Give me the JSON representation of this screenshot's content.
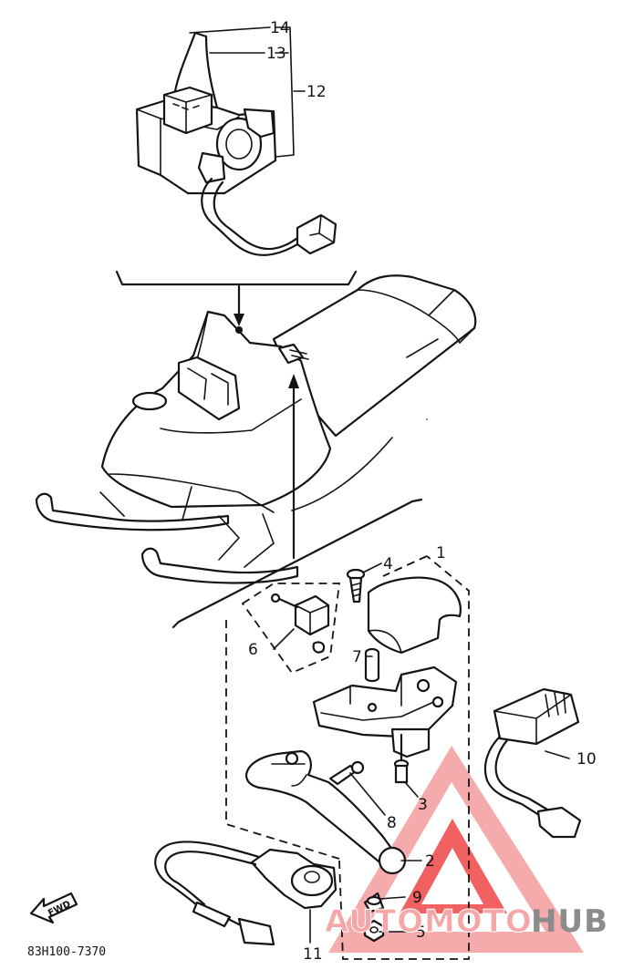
{
  "diagram": {
    "drawing_code": "83H100-7370",
    "direction_marker": "FWD",
    "callouts": {
      "c1": "1",
      "c2": "2",
      "c3": "3",
      "c4": "4",
      "c5": "5",
      "c6": "6",
      "c7": "7",
      "c8": "8",
      "c9": "9",
      "c10": "10",
      "c11": "11",
      "c12": "12",
      "c13": "13",
      "c14": "14"
    }
  },
  "watermark": {
    "text": "AUTOMOTOHUB",
    "colors": {
      "red": "#f04a4a",
      "pink": "#f6a6a6",
      "grey": "#8c8c8c"
    }
  },
  "colors": {
    "ink": "#141414",
    "background": "#ffffff"
  }
}
